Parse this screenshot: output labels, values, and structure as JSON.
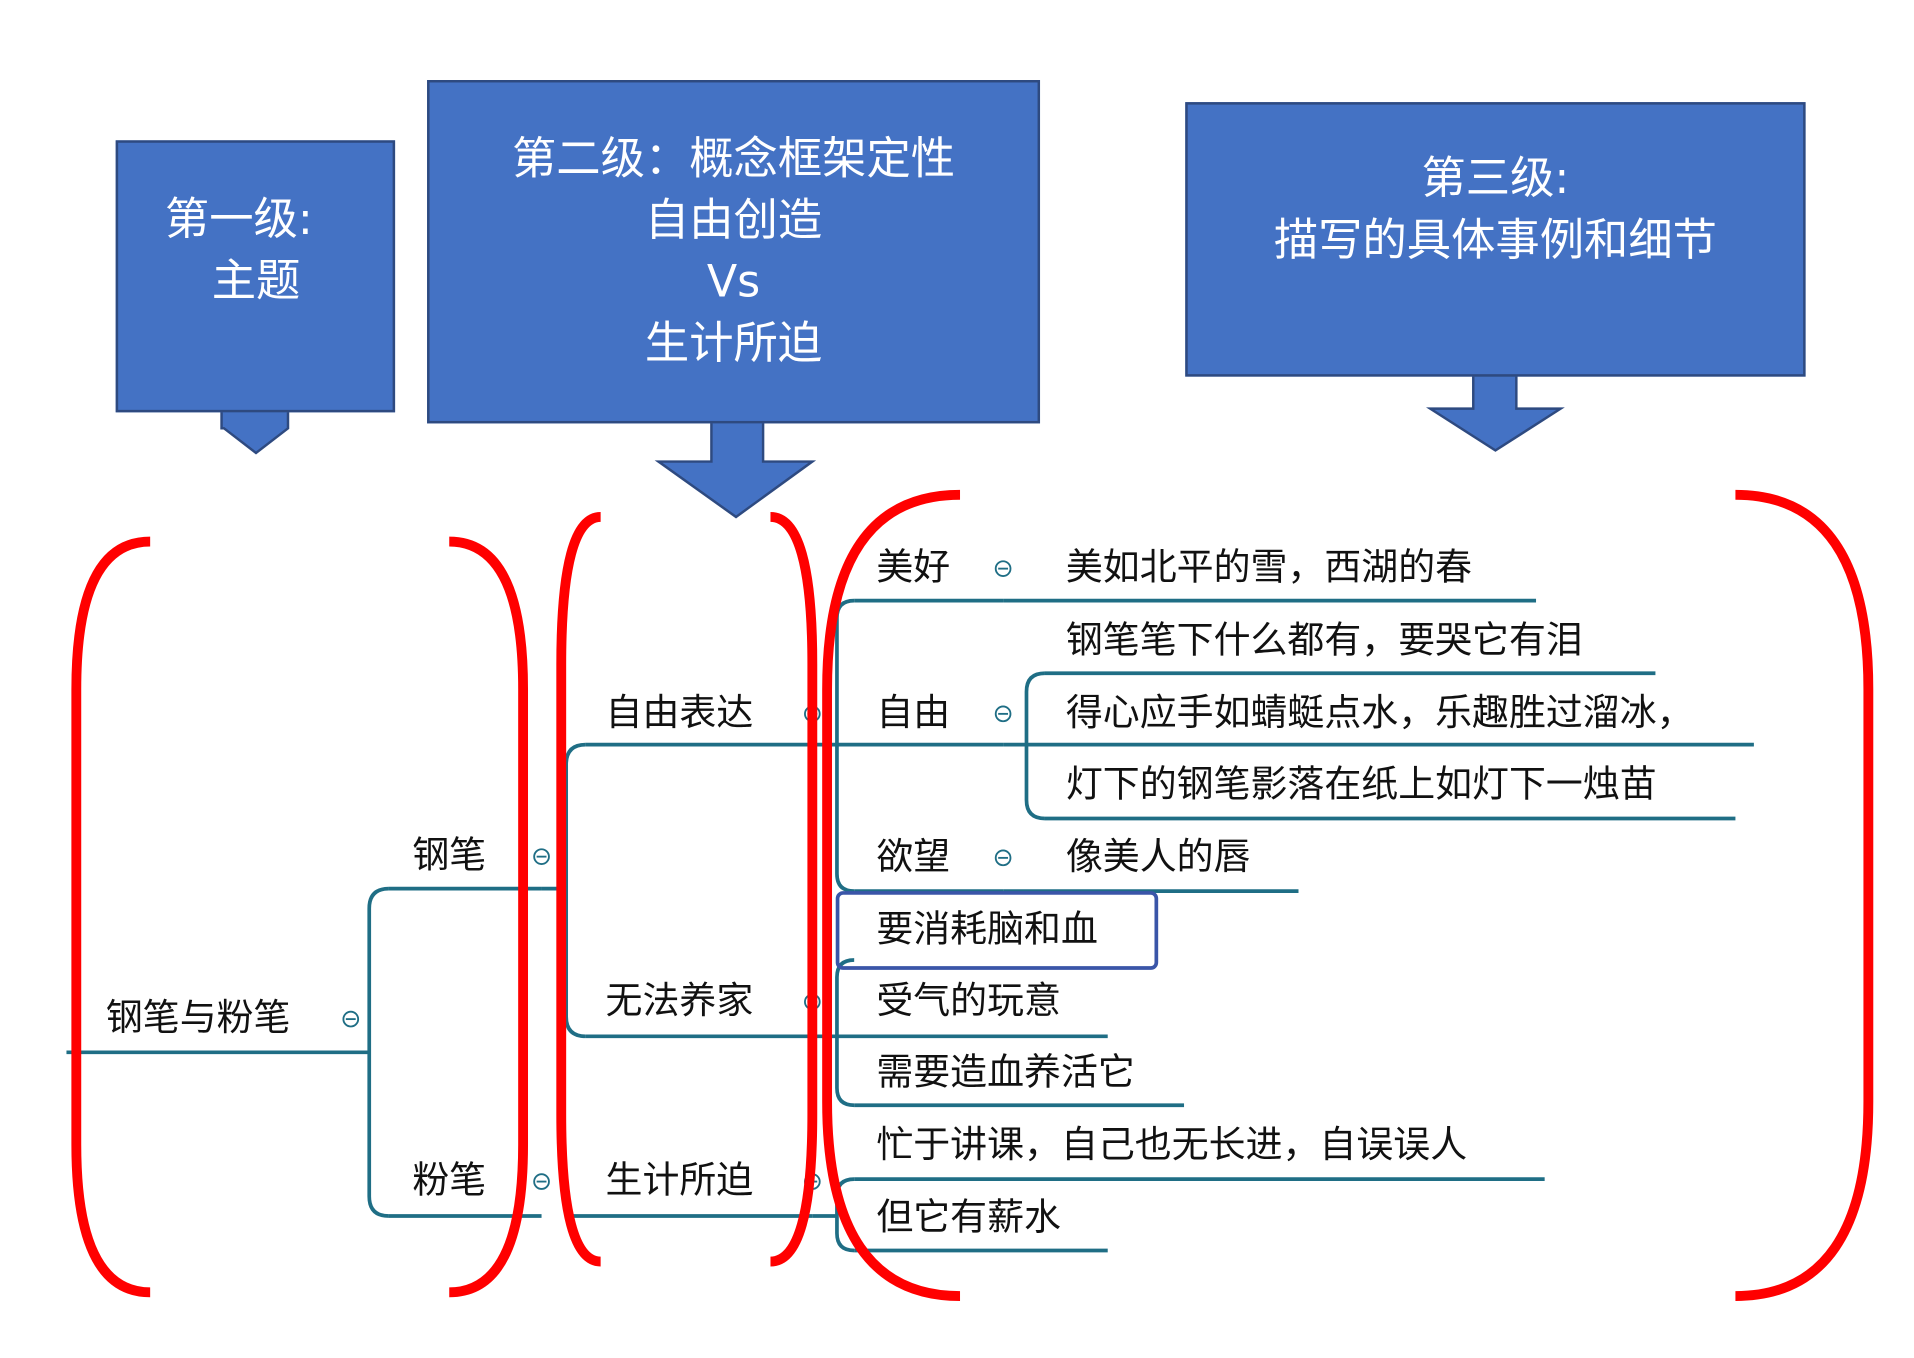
{
  "colors": {
    "header_fill": "#4472C4",
    "header_text": "#FFFFFF",
    "connector": "#1F6E85",
    "bracket": "#FF0000",
    "highlight_border": "#3A55A8"
  },
  "headers": {
    "level1": {
      "line1": "第一级:",
      "line2": "主题"
    },
    "level2": {
      "line1": "第二级：概念框架定性",
      "line2": "自由创造",
      "line3": "Vs",
      "line4": "生计所迫"
    },
    "level3": {
      "line1": "第三级:",
      "line2": "描写的具体事例和细节"
    }
  },
  "tree": {
    "root": "钢笔与粉笔",
    "branch_pen": "钢笔",
    "branch_chalk": "粉笔",
    "pen_free_expression": "自由表达",
    "pen_cannot_support": "无法养家",
    "chalk_livelihood": "生计所迫",
    "free_beauty": "美好",
    "free_freedom": "自由",
    "free_desire": "欲望",
    "beauty_detail": "美如北平的雪，西湖的春",
    "freedom_detail_1": "钢笔笔下什么都有，要哭它有泪",
    "freedom_detail_2": "得心应手如蜻蜓点水，乐趣胜过溜冰，",
    "freedom_detail_3": "灯下的钢笔影落在纸上如灯下一烛苗",
    "desire_detail": "像美人的唇",
    "support_1": "要消耗脑和血",
    "support_2": "受气的玩意",
    "support_3": "需要造血养活它",
    "livelihood_1": "忙于讲课，自己也无长进，自误误人",
    "livelihood_2": "但它有薪水"
  }
}
